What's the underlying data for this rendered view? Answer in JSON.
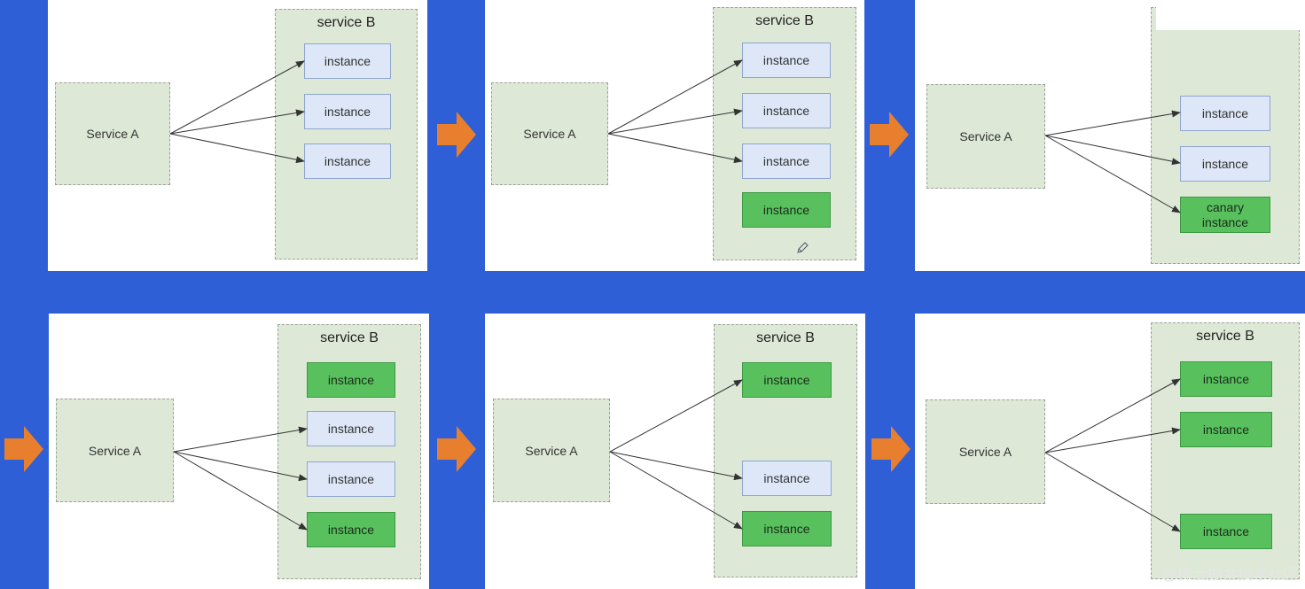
{
  "labels": {
    "service_a": "Service A",
    "service_b": "service B",
    "instance": "instance",
    "canary_line1": "canary",
    "canary_line2": "instance"
  },
  "watermark": "@稀土掘金技术社区",
  "colors": {
    "background": "#2f5fd6",
    "service_box": "#dde8d6",
    "old_instance": "#dde7f7",
    "new_instance": "#58c15e",
    "step_arrow": "#e87f2e"
  },
  "icons": [
    "step-arrow-icon",
    "pencil-icon"
  ],
  "steps": [
    {
      "instances": [
        "old",
        "old",
        "old"
      ]
    },
    {
      "instances": [
        "old",
        "old",
        "old",
        "new"
      ]
    },
    {
      "instances": [
        "old",
        "old",
        "canary"
      ]
    },
    {
      "instances": [
        "new",
        "old",
        "old",
        "new"
      ]
    },
    {
      "instances": [
        "new",
        "old",
        "new"
      ]
    },
    {
      "instances": [
        "new",
        "new",
        "new"
      ]
    }
  ]
}
